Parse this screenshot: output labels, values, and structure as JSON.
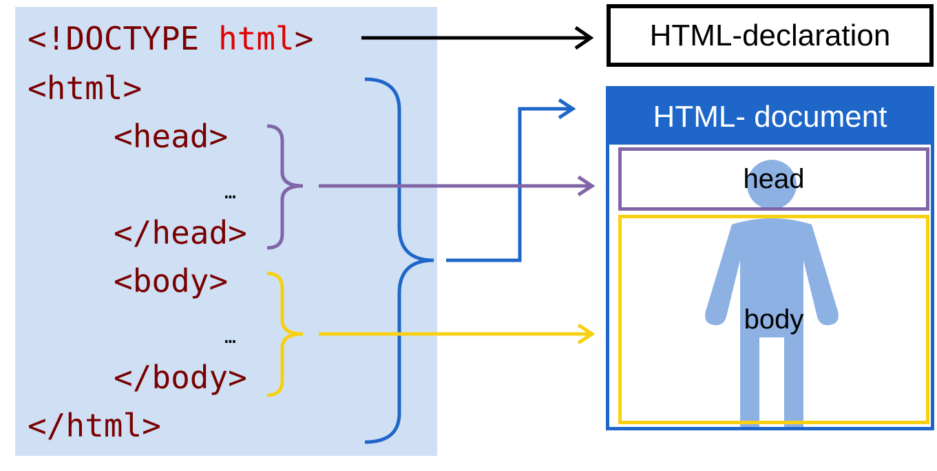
{
  "code": {
    "doctype_open": "<!DOCTYPE ",
    "doctype_kw": "html",
    "doctype_close": ">",
    "html_open": "<html>",
    "head_open": "<head>",
    "head_ellipsis": "…",
    "head_close": "</head>",
    "body_open": "<body>",
    "body_ellipsis": "…",
    "body_close": "</body>",
    "html_close": "</html>"
  },
  "labels": {
    "declaration": "HTML-declaration",
    "document": "HTML- document",
    "head": "head",
    "body": "body"
  },
  "colors": {
    "panel_bg": "#cfe0f5",
    "tag_color": "#7a0000",
    "keyword_color": "#e00000",
    "html_brace": "#1f66c9",
    "head_brace": "#8066a6",
    "body_brace": "#f7d012",
    "person": "#8db1e3"
  }
}
